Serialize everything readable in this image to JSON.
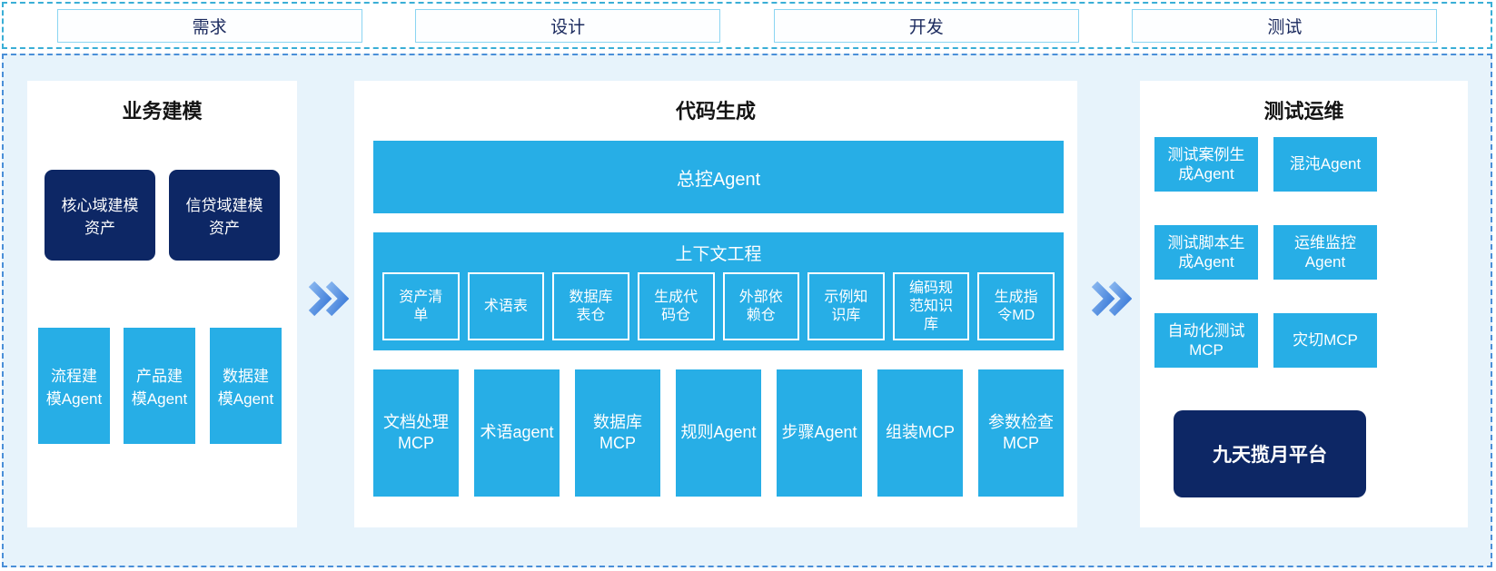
{
  "header": {
    "stages": [
      "需求",
      "设计",
      "开发",
      "测试"
    ]
  },
  "panels": {
    "business": {
      "title": "业务建模",
      "assets": [
        "核心域建模资产",
        "信贷域建模资产"
      ],
      "agents": [
        "流程建模Agent",
        "产品建模Agent",
        "数据建模Agent"
      ]
    },
    "codegen": {
      "title": "代码生成",
      "master_agent": "总控Agent",
      "context": {
        "title": "上下文工程",
        "items": [
          "资产清单",
          "术语表",
          "数据库表仓",
          "生成代码仓",
          "外部依赖仓",
          "示例知识库",
          "编码规范知识库",
          "生成指令MD"
        ]
      },
      "tools": [
        "文档处理MCP",
        "术语agent",
        "数据库MCP",
        "规则Agent",
        "步骤Agent",
        "组装MCP",
        "参数检查MCP"
      ]
    },
    "testops": {
      "title": "测试运维",
      "cells": [
        "测试案例生成Agent",
        "混沌Agent",
        "测试脚本生成Agent",
        "运维监控Agent",
        "自动化测试MCP",
        "灾切MCP"
      ],
      "platform": "九天揽月平台"
    }
  },
  "colors": {
    "cyan": "#27aee6",
    "navy": "#0d2765",
    "band_background": "#e7f3fb",
    "top_dashed_border": "#3aaed6",
    "main_dashed_border": "#4a8fd8",
    "arrow": "#4c8fe2",
    "stage_box_border": "#8bd5f2"
  }
}
